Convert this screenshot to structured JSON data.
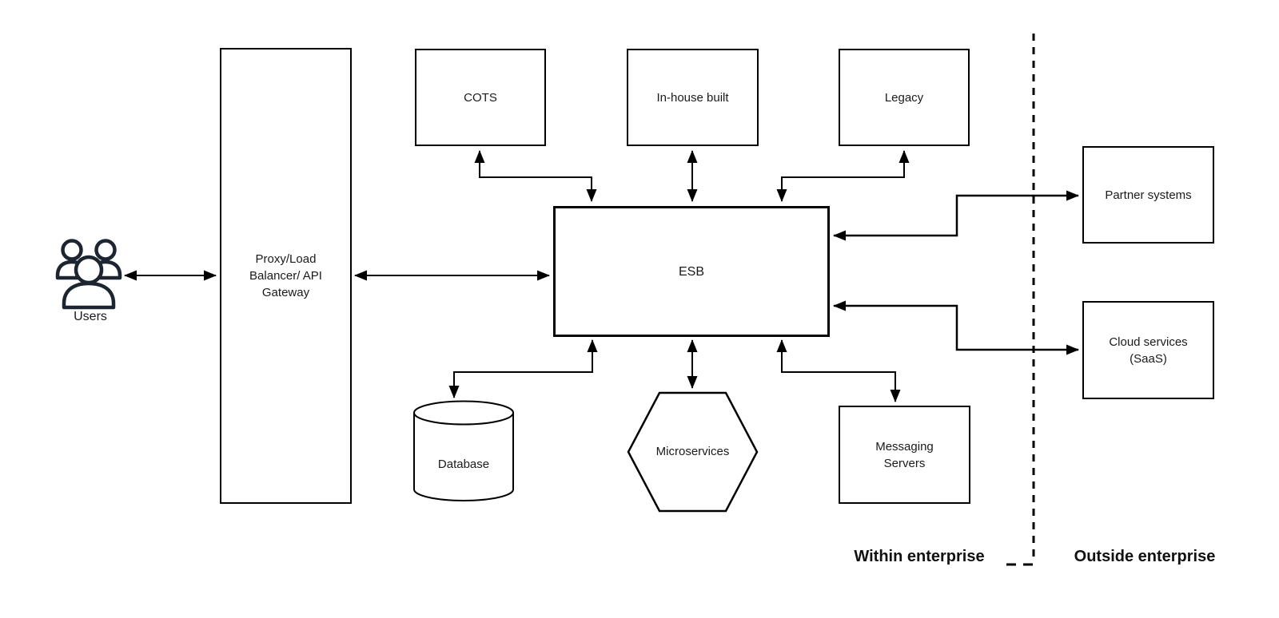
{
  "nodes": {
    "users": {
      "label": "Users"
    },
    "proxy": {
      "lines": [
        "Proxy/Load",
        "Balancer/ API",
        "Gateway"
      ]
    },
    "cots": {
      "label": "COTS"
    },
    "in_house": {
      "label": "In-house built"
    },
    "legacy": {
      "label": "Legacy"
    },
    "esb": {
      "label": "ESB"
    },
    "database": {
      "label": "Database"
    },
    "microservices": {
      "label": "Microservices"
    },
    "messaging": {
      "lines": [
        "Messaging",
        "Servers"
      ]
    },
    "partner": {
      "label": "Partner systems"
    },
    "cloud": {
      "lines": [
        "Cloud services",
        "(SaaS)"
      ]
    }
  },
  "zones": {
    "within_label": "Within enterprise",
    "outside_label": "Outside enterprise"
  },
  "connections": [
    {
      "from": "Users",
      "to": "Proxy/Load Balancer/ API Gateway",
      "bidirectional": true
    },
    {
      "from": "Proxy/Load Balancer/ API Gateway",
      "to": "ESB",
      "bidirectional": true
    },
    {
      "from": "ESB",
      "to": "COTS",
      "bidirectional": true
    },
    {
      "from": "ESB",
      "to": "In-house built",
      "bidirectional": true
    },
    {
      "from": "ESB",
      "to": "Legacy",
      "bidirectional": true
    },
    {
      "from": "ESB",
      "to": "Database",
      "bidirectional": true
    },
    {
      "from": "ESB",
      "to": "Microservices",
      "bidirectional": true
    },
    {
      "from": "ESB",
      "to": "Messaging Servers",
      "bidirectional": true
    },
    {
      "from": "ESB",
      "to": "Partner systems",
      "bidirectional": true
    },
    {
      "from": "ESB",
      "to": "Cloud services (SaaS)",
      "bidirectional": true
    }
  ],
  "colors": {
    "line": "#000000",
    "text": "#1a1a1a",
    "node_fill": "#ffffff",
    "icon": "#1c2530"
  }
}
